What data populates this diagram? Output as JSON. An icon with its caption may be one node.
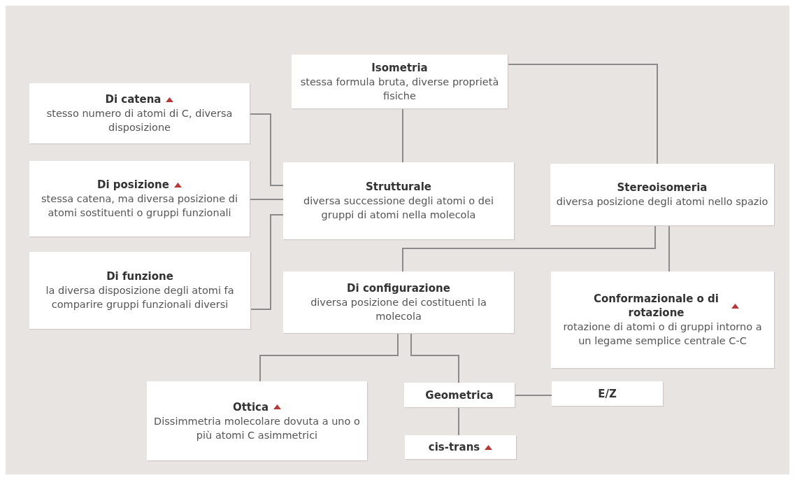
{
  "diagram": {
    "nodes": [
      {
        "text": [
          "Isometria",
          "stessa formula bruta, diverse proprietà fisiche"
        ]
      },
      {
        "text": [
          "Di catena",
          "stesso numero di atomi di C, diversa disposizione"
        ]
      },
      {
        "text": [
          "Di posizione",
          "stessa catena, ma diversa posizione di atomi sostituenti o gruppi funzionali"
        ]
      },
      {
        "text": [
          "Strutturale",
          "diversa successione degli atomi o dei gruppi di atomi nella molecola"
        ]
      },
      {
        "text": [
          "Stereoisomeria",
          "diversa posizione degli atomi nello spazio"
        ]
      },
      {
        "text": [
          "Di funzione",
          "la diversa disposizione degli atomi fa comparire gruppi funzionali diversi"
        ]
      },
      {
        "text": [
          "Di configurazione",
          "diversa posizione dei costituenti la molecola"
        ]
      },
      {
        "text": [
          "Conformazionale o di rotazione",
          "rotazione di atomi o di gruppi intorno a un legame semplice centrale C-C"
        ]
      },
      {
        "text": [
          "Ottica",
          "Dissimmetria molecolare dovuta a uno o più atomi C asimmetrici"
        ]
      },
      {
        "text": [
          "Geometrica"
        ]
      },
      {
        "text": [
          "E/Z"
        ]
      },
      {
        "text": [
          "cis-trans"
        ]
      }
    ],
    "edges": [
      {
        "from": 0,
        "to": 3,
        "arrow": "none"
      },
      {
        "from": 0,
        "to": 4,
        "arrow": "none"
      },
      {
        "from": 1,
        "to": 3,
        "arrow": "none"
      },
      {
        "from": 2,
        "to": 3,
        "arrow": "none"
      },
      {
        "from": 5,
        "to": 3,
        "arrow": "none"
      },
      {
        "from": 4,
        "to": 6,
        "arrow": "none"
      },
      {
        "from": 4,
        "to": 7,
        "arrow": "none"
      },
      {
        "from": 6,
        "to": 8,
        "arrow": "none"
      },
      {
        "from": 6,
        "to": 9,
        "arrow": "none"
      },
      {
        "from": 9,
        "to": 10,
        "arrow": "none"
      },
      {
        "from": 9,
        "to": 11,
        "arrow": "none"
      }
    ]
  }
}
